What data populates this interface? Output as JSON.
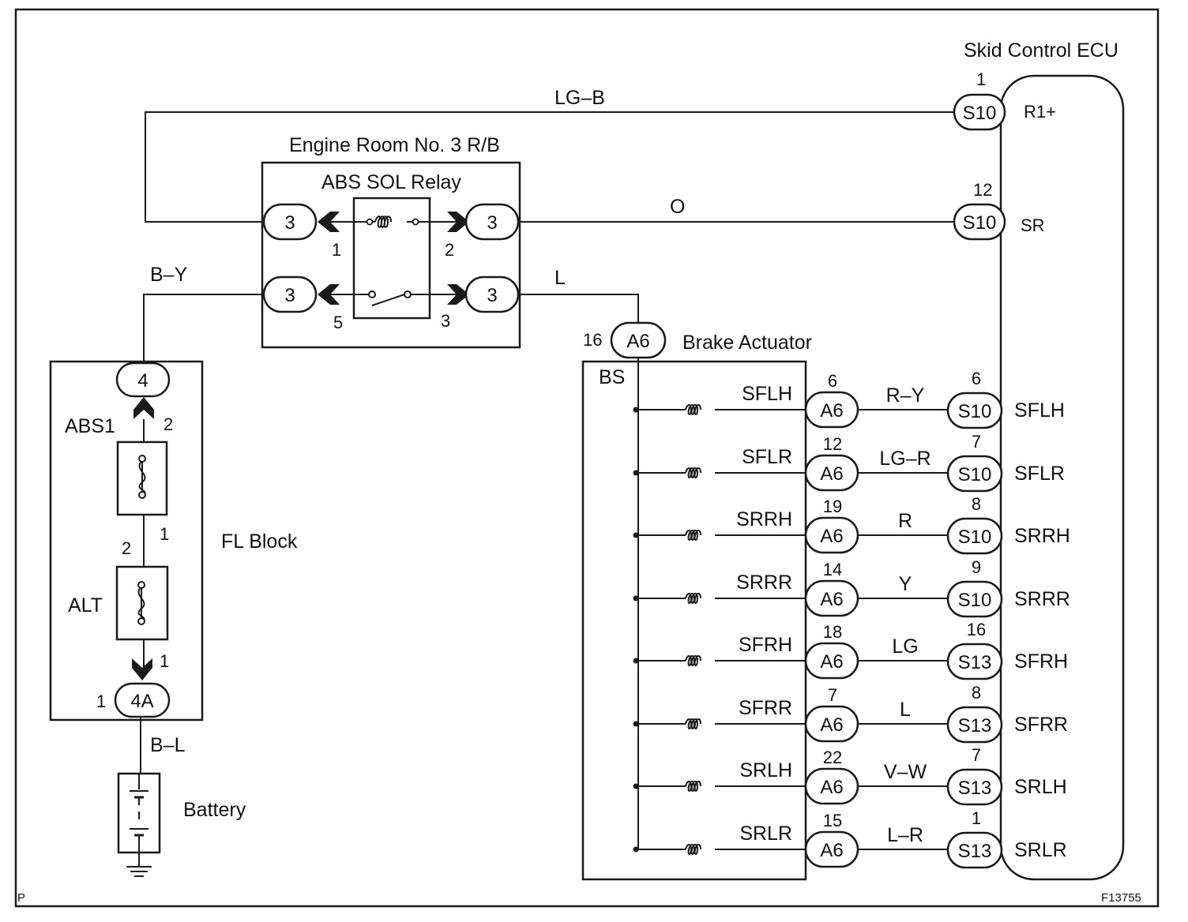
{
  "ecu": {
    "title": "Skid Control ECU",
    "r1_pin": "1",
    "r1_conn": "S10",
    "r1_term": "R1+",
    "r1_wire": "LG–B",
    "sr_pin": "12",
    "sr_conn": "S10",
    "sr_term": "SR",
    "sr_wire": "O"
  },
  "relay_box": {
    "title": "Engine Room No. 3 R/B",
    "relay": "ABS SOL Relay",
    "conn_label": "3",
    "pins": [
      "1",
      "2",
      "5",
      "3"
    ]
  },
  "wires": {
    "b_y": "B–Y",
    "l": "L",
    "b_l": "B–L"
  },
  "fl_block": {
    "title": "FL Block",
    "top_conn": "4",
    "abs1": "ABS1",
    "abs1_pin_top": "2",
    "abs1_pin_bottom": "1",
    "alt": "ALT",
    "alt_pin_top": "2",
    "alt_pin_bottom": "1",
    "bottom_conn": "4A",
    "bottom_pin": "1"
  },
  "battery": {
    "label": "Battery"
  },
  "actuator": {
    "title": "Brake Actuator",
    "conn": "A6",
    "conn_pin": "16",
    "bs": "BS",
    "rows": [
      {
        "sol": "SFLH",
        "a6_pin": "6",
        "wire": "R–Y",
        "ecu_pin": "6",
        "ecu_conn": "S10",
        "ecu_term": "SFLH"
      },
      {
        "sol": "SFLR",
        "a6_pin": "12",
        "wire": "LG–R",
        "ecu_pin": "7",
        "ecu_conn": "S10",
        "ecu_term": "SFLR"
      },
      {
        "sol": "SRRH",
        "a6_pin": "19",
        "wire": "R",
        "ecu_pin": "8",
        "ecu_conn": "S10",
        "ecu_term": "SRRH"
      },
      {
        "sol": "SRRR",
        "a6_pin": "14",
        "wire": "Y",
        "ecu_pin": "9",
        "ecu_conn": "S10",
        "ecu_term": "SRRR"
      },
      {
        "sol": "SFRH",
        "a6_pin": "18",
        "wire": "LG",
        "ecu_pin": "16",
        "ecu_conn": "S13",
        "ecu_term": "SFRH"
      },
      {
        "sol": "SFRR",
        "a6_pin": "7",
        "wire": "L",
        "ecu_pin": "8",
        "ecu_conn": "S13",
        "ecu_term": "SFRR"
      },
      {
        "sol": "SRLH",
        "a6_pin": "22",
        "wire": "V–W",
        "ecu_pin": "7",
        "ecu_conn": "S13",
        "ecu_term": "SRLH"
      },
      {
        "sol": "SRLR",
        "a6_pin": "15",
        "wire": "L–R",
        "ecu_pin": "1",
        "ecu_conn": "S13",
        "ecu_term": "SRLR"
      }
    ]
  },
  "corner": {
    "left": "P",
    "right": "F13755"
  }
}
